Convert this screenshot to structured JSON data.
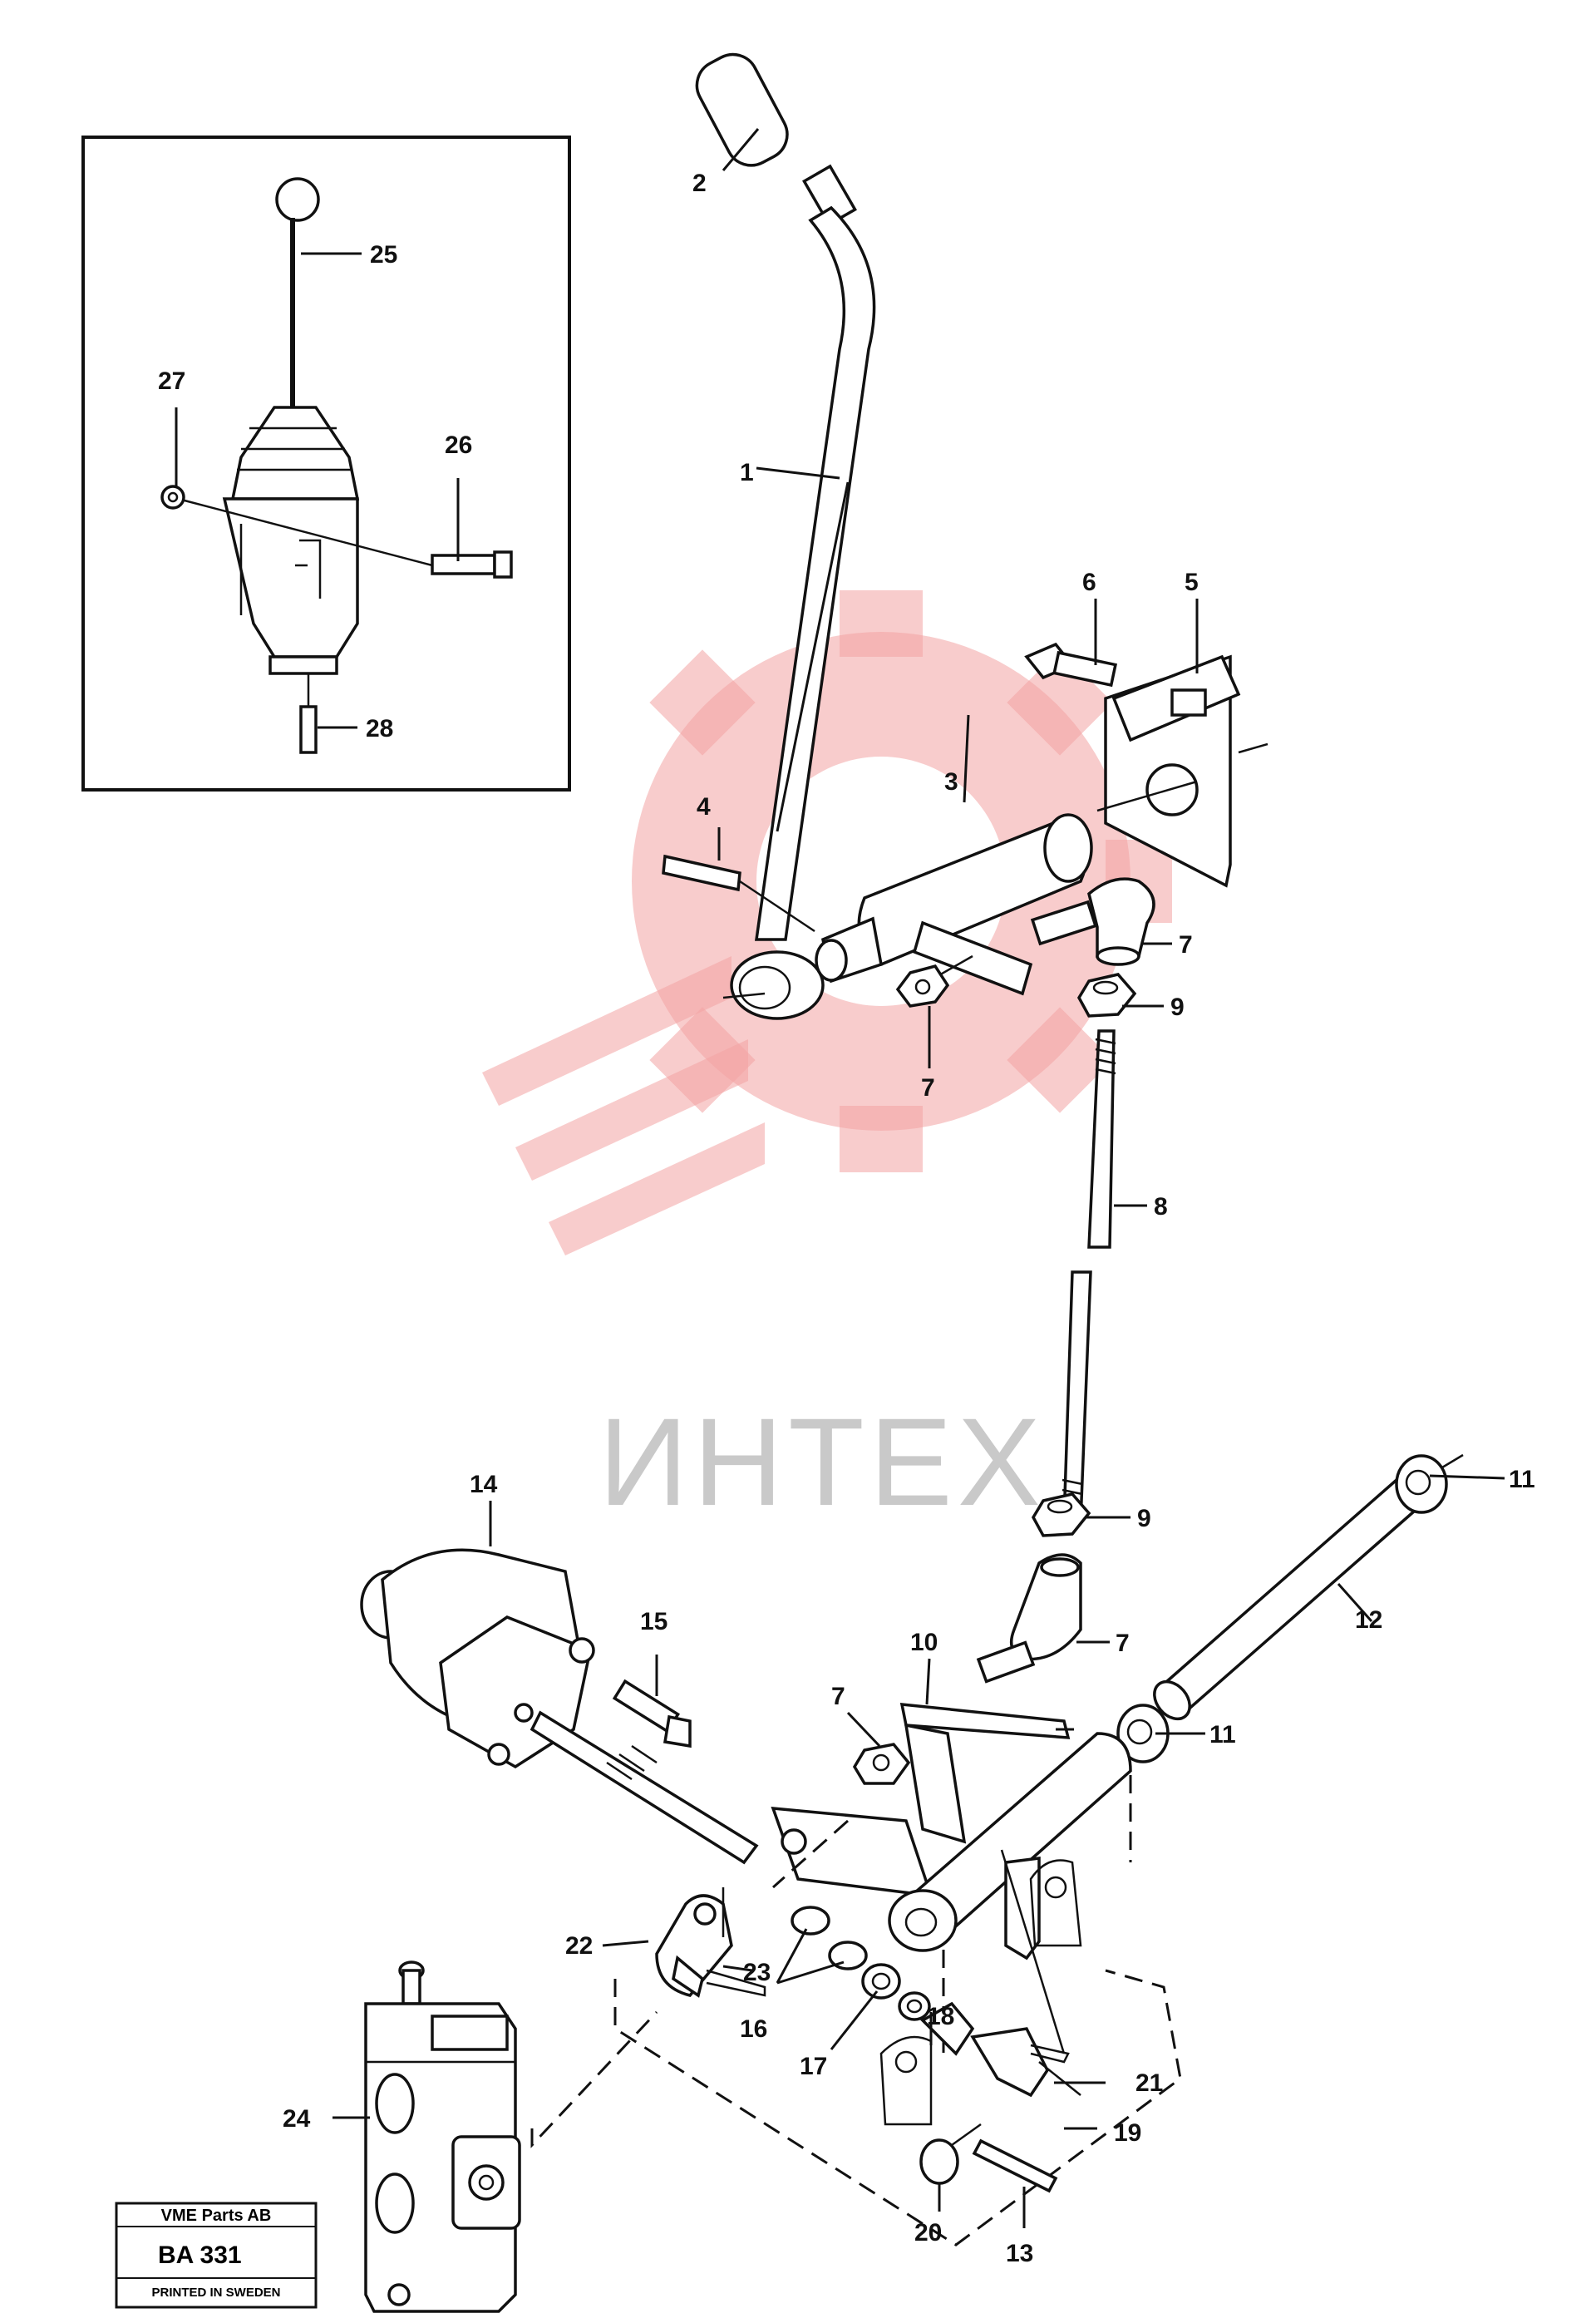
{
  "watermark": {
    "text": "ИНТЕХ"
  },
  "plate": {
    "company": "VME Parts AB",
    "code": "BA 331",
    "footer": "PRINTED IN SWEDEN"
  },
  "callouts": [
    {
      "id": "callout-1",
      "text": "1"
    },
    {
      "id": "callout-2",
      "text": "2"
    },
    {
      "id": "callout-3",
      "text": "3"
    },
    {
      "id": "callout-4",
      "text": "4"
    },
    {
      "id": "callout-5",
      "text": "5"
    },
    {
      "id": "callout-6",
      "text": "6"
    },
    {
      "id": "callout-7a",
      "text": "7"
    },
    {
      "id": "callout-7b",
      "text": "7"
    },
    {
      "id": "callout-7c",
      "text": "7"
    },
    {
      "id": "callout-7d",
      "text": "7"
    },
    {
      "id": "callout-8",
      "text": "8"
    },
    {
      "id": "callout-9a",
      "text": "9"
    },
    {
      "id": "callout-9b",
      "text": "9"
    },
    {
      "id": "callout-10",
      "text": "10"
    },
    {
      "id": "callout-11a",
      "text": "11"
    },
    {
      "id": "callout-11b",
      "text": "11"
    },
    {
      "id": "callout-12",
      "text": "12"
    },
    {
      "id": "callout-13",
      "text": "13"
    },
    {
      "id": "callout-14",
      "text": "14"
    },
    {
      "id": "callout-15",
      "text": "15"
    },
    {
      "id": "callout-16",
      "text": "16"
    },
    {
      "id": "callout-17",
      "text": "17"
    },
    {
      "id": "callout-18",
      "text": "18"
    },
    {
      "id": "callout-19",
      "text": "19"
    },
    {
      "id": "callout-20",
      "text": "20"
    },
    {
      "id": "callout-21",
      "text": "21"
    },
    {
      "id": "callout-22",
      "text": "22"
    },
    {
      "id": "callout-23",
      "text": "23"
    },
    {
      "id": "callout-24",
      "text": "24"
    },
    {
      "id": "callout-25",
      "text": "25"
    },
    {
      "id": "callout-26",
      "text": "26"
    },
    {
      "id": "callout-27",
      "text": "27"
    },
    {
      "id": "callout-28",
      "text": "28"
    }
  ]
}
